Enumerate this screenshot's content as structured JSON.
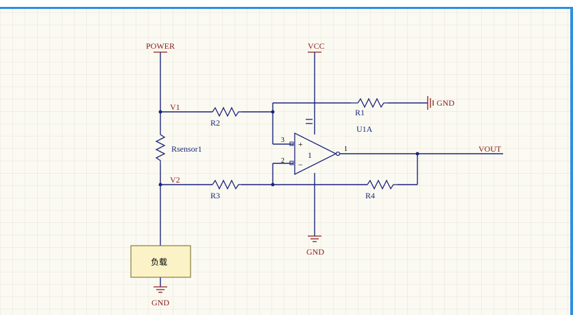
{
  "schematic": {
    "nets": {
      "power": "POWER",
      "vcc": "VCC",
      "gnd_load": "GND",
      "gnd_opamp": "GND",
      "gnd_r1": "GND",
      "vout": "VOUT",
      "v1": "V1",
      "v2": "V2"
    },
    "components": {
      "rsensor": "Rsensor1",
      "r1": "R1",
      "r2": "R2",
      "r3": "R3",
      "r4": "R4",
      "u1": "U1A",
      "load": "负载"
    },
    "opamp": {
      "plus": "+",
      "minus": "−",
      "unit": "1",
      "pin_noninv": "3",
      "pin_inv": "2",
      "pin_out": "1"
    }
  }
}
